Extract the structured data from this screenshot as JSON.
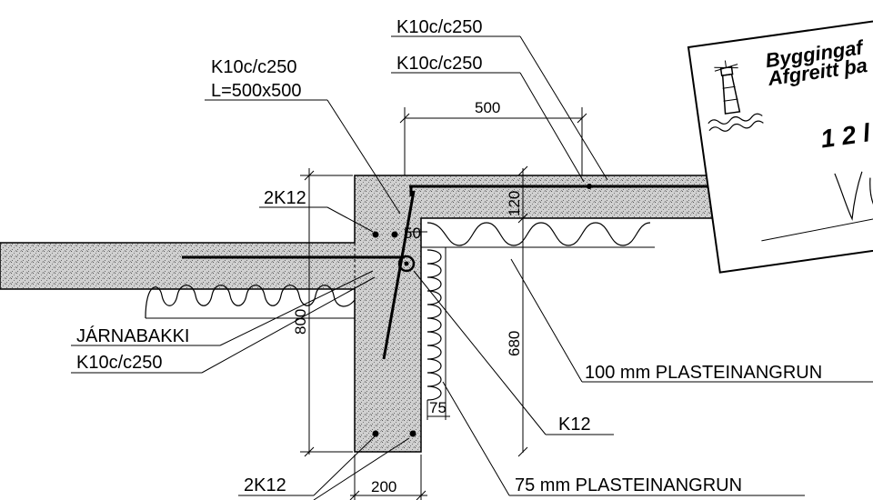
{
  "labels": {
    "k10_top_1": "K10c/c250",
    "k10_top_2": "K10c/c250",
    "k10_left": "K10c/c250",
    "l_500": "L=500x500",
    "twok12_top": "2K12",
    "jarnabakki": "JÁRNABAKKI",
    "k10_bottom": "K10c/c250",
    "plast100": "100 mm PLASTEINANGRUN",
    "k12": "K12",
    "plast75": "75 mm PLASTEINANGRUN",
    "twok12_bottom": "2K12"
  },
  "dimensions": {
    "d500": "500",
    "d120": "120",
    "d50": "50",
    "d800": "800",
    "d680": "680",
    "d75": "75",
    "d200": "200"
  },
  "stamp": {
    "line1": "Byggingaf",
    "line2": "Afgreitt þa",
    "digits": "1 2 l"
  },
  "colors": {
    "line": "#000000",
    "concrete_base": "#d2d2d2"
  }
}
